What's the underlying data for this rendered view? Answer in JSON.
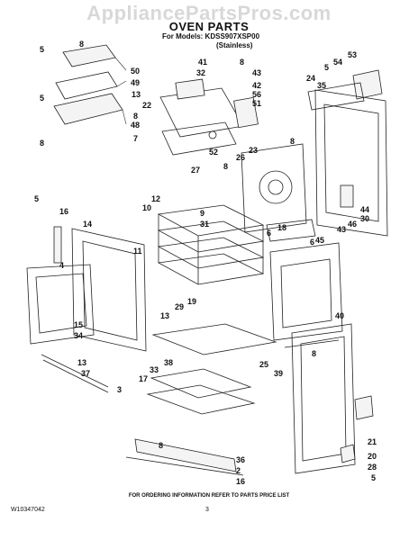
{
  "header": {
    "watermark": "AppliancePartsPros.com",
    "title": "OVEN PARTS",
    "models": "For Models: KDSS907XSP00",
    "variant": "(Stainless)"
  },
  "footer": {
    "note": "FOR ORDERING INFORMATION REFER TO PARTS PRICE LIST",
    "doc_number": "W10347042",
    "page_number": "3"
  },
  "callouts": [
    "5",
    "8",
    "50",
    "49",
    "5",
    "48",
    "8",
    "41",
    "8",
    "32",
    "43",
    "13",
    "22",
    "42",
    "56",
    "51",
    "8",
    "7",
    "52",
    "53",
    "54",
    "5",
    "24",
    "35",
    "23",
    "26",
    "8",
    "8",
    "9",
    "27",
    "5",
    "16",
    "14",
    "10",
    "12",
    "31",
    "11",
    "6",
    "18",
    "44",
    "30",
    "46",
    "43",
    "6",
    "45",
    "4",
    "19",
    "13",
    "29",
    "15",
    "34",
    "13",
    "37",
    "38",
    "17",
    "33",
    "3",
    "8",
    "40",
    "39",
    "25",
    "8",
    "21",
    "20",
    "28",
    "5",
    "36",
    "2",
    "16"
  ]
}
